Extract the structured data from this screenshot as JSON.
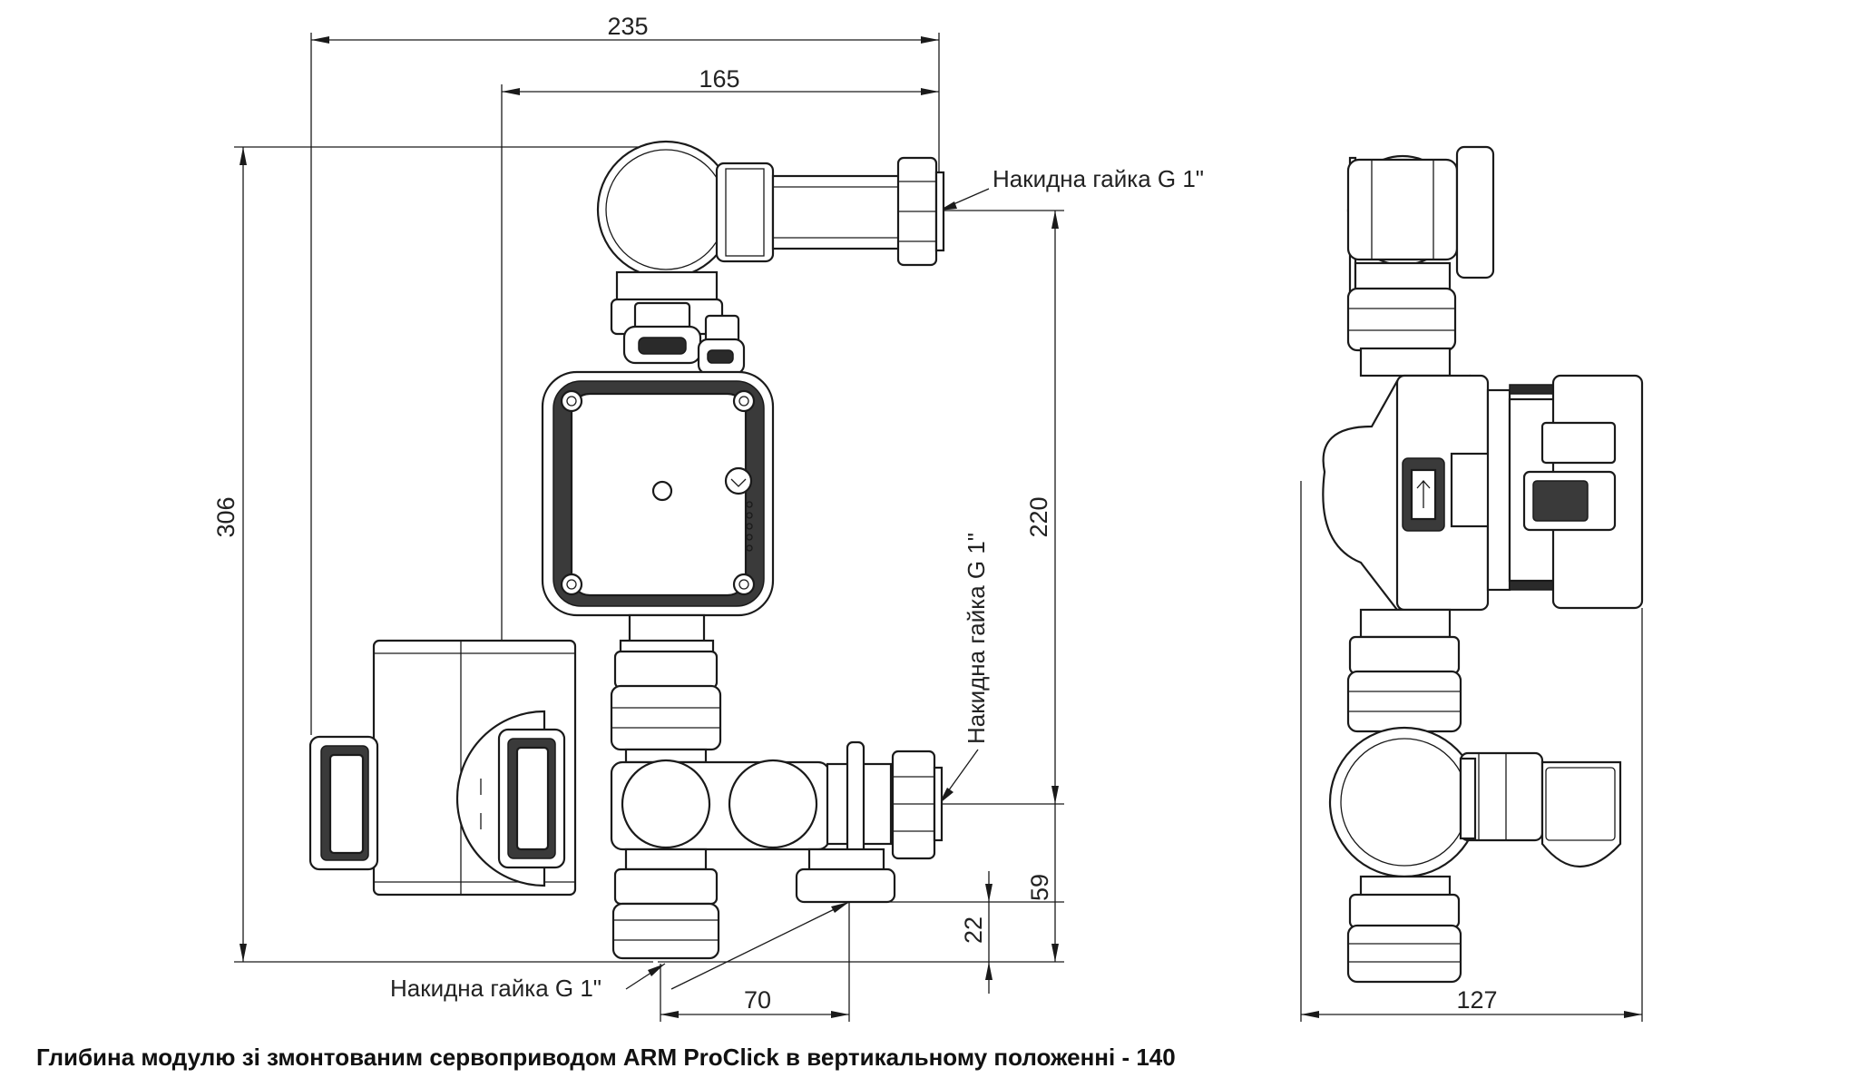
{
  "dimensions": {
    "overall_width": "235",
    "pump_to_outlet": "165",
    "overall_height": "306",
    "outlet_spacing": "220",
    "side_outlet_height": "59",
    "bottom_outlet_height": "22",
    "bottom_offset": "70",
    "side_view_width": "127"
  },
  "labels": {
    "nut_top": "Накидна гайка G 1\"",
    "nut_side": "Накидна гайка G 1\"",
    "nut_bottom": "Накидна гайка G 1\""
  },
  "caption": "Глибина модулю зі змонтованим сервоприводом ARM ProClick в вертикальному положенні - 140",
  "icons": {
    "pump": "circulation-pump-icon",
    "actuator": "servo-actuator-icon",
    "valve": "three-way-valve-icon"
  }
}
